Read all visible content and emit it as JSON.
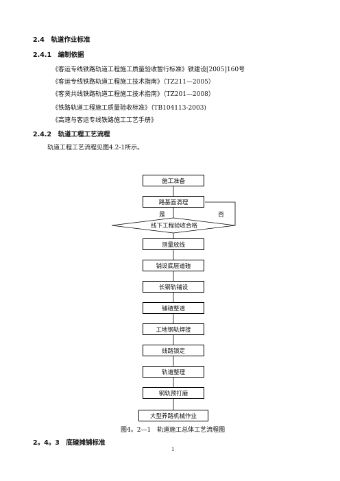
{
  "headings": {
    "h24": "2.4　轨道作业标准",
    "h241": "2.4.1　编制依据",
    "h242": "2.4.2　轨道工程工艺流程",
    "h243": "2。4。3　底碴摊铺标准"
  },
  "refs": [
    "《客运专线铁路轨道工程施工质量验收暂行标准》铁建设[2005]160号",
    "《客运专线铁路轨道工程施工技术指南》（TZ211—2005）",
    "《客货共线铁路轨道工程施工技术指南》（TZ201—2008）",
    "《铁路轨道工程施工质量验收标准》（TB104113-2003)",
    "《高速与客运专线铁路施工工艺手册》"
  ],
  "intro": "轨道工程工艺流程见图4.2-1所示。",
  "flow": {
    "steps": [
      "施工准备",
      "路基面清理",
      "测量放线",
      "铺设底层道碴",
      "长钢轨铺设",
      "铺碴整道",
      "工地钢轨焊接",
      "线路锁定",
      "轨道整理",
      "钢轨预打磨",
      "大型养路机械作业"
    ],
    "decision": "线下工程验收合格",
    "yes": "是",
    "no": "否"
  },
  "caption": "图4。2—1　轨道施工总体工艺流程图",
  "page_number": "1"
}
